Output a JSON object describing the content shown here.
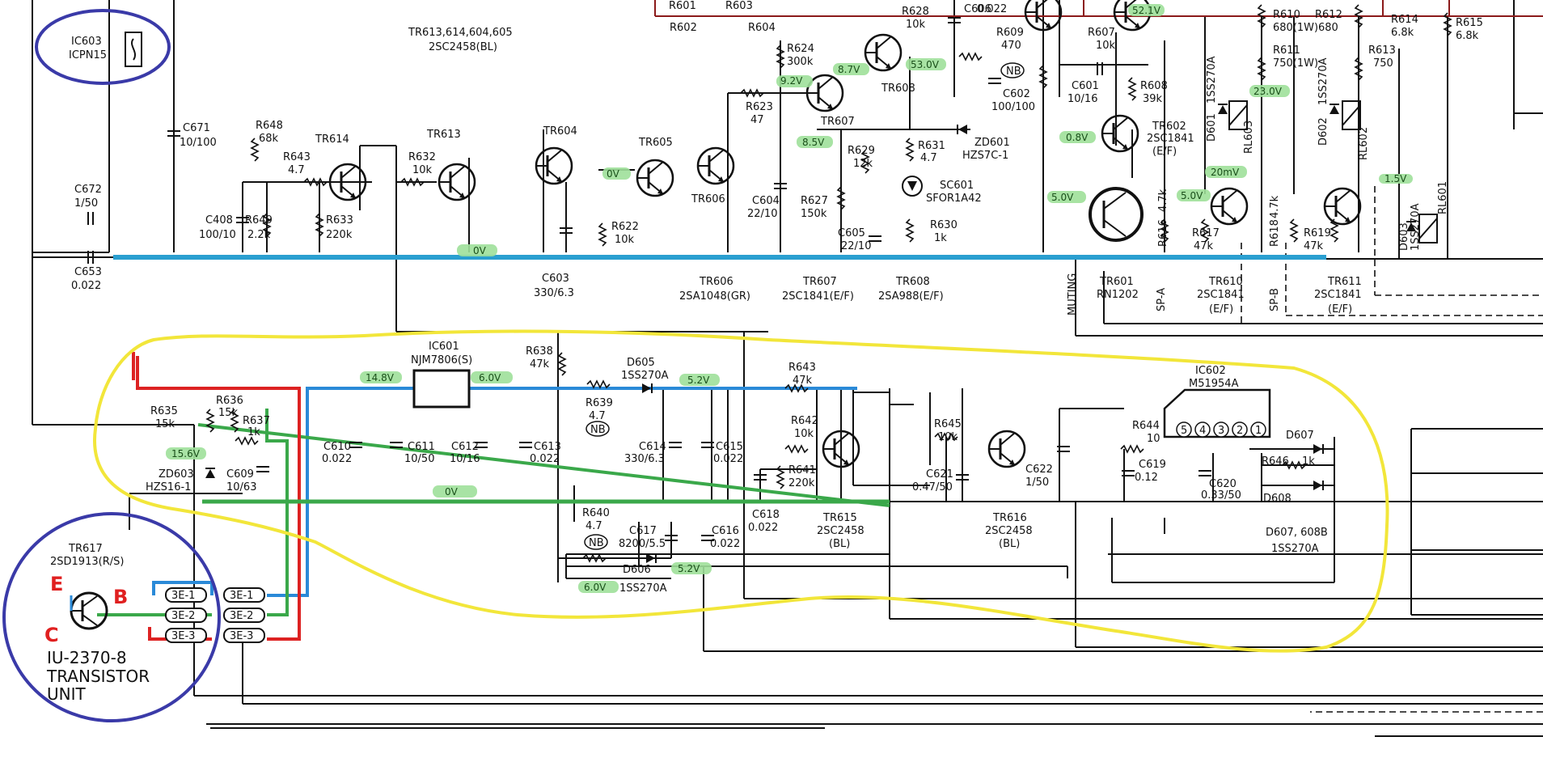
{
  "colors": {
    "wire": "#111111",
    "dark_red_wire": "#8b1a1a",
    "blue_bus": "#2a9fd0",
    "blue_trace": "#2a8ad8",
    "green_trace": "#3aa84a",
    "red_trace": "#dd2222",
    "yellow_outline": "#f2e63a",
    "circle_outline": "#3a3aa8",
    "voltage_highlight": "#9fe09a"
  },
  "ic603": {
    "ref": "IC603",
    "part": "ICPN15"
  },
  "transistor_unit": {
    "ref": "TR617",
    "part": "2SD1913(R/S)",
    "pin_e": "E",
    "pin_b": "B",
    "pin_c": "C",
    "unit_line1": "IU-2370-8",
    "unit_line2": "TRANSISTOR",
    "unit_line3": "UNIT",
    "connectors": [
      "3E-1",
      "3E-2",
      "3E-3"
    ]
  },
  "header_note": {
    "line1": "TR613,614,604,605",
    "line2": "2SC2458(BL)"
  },
  "components_top": [
    {
      "ref": "C671",
      "value": "10/100"
    },
    {
      "ref": "R648",
      "value": "68k"
    },
    {
      "ref": "R643",
      "value": "4.7"
    },
    {
      "ref": "C672",
      "value": "1/50"
    },
    {
      "ref": "C653",
      "value": "0.022"
    },
    {
      "ref": "C408",
      "value": "100/10"
    },
    {
      "ref": "R649",
      "value": "2.2k"
    },
    {
      "ref": "R633",
      "value": "220k"
    },
    {
      "ref": "R632",
      "value": "10k"
    },
    {
      "ref": "C603",
      "value": "330/6.3"
    },
    {
      "ref": "R622",
      "value": "10k"
    },
    {
      "ref": "R623",
      "value": "47"
    },
    {
      "ref": "R624",
      "value": "300k"
    },
    {
      "ref": "C604",
      "value": "22/10"
    },
    {
      "ref": "R627",
      "value": "150k"
    },
    {
      "ref": "R629",
      "value": "12k"
    },
    {
      "ref": "C605",
      "value": "22/10"
    },
    {
      "ref": "R631",
      "value": "4.7"
    },
    {
      "ref": "SC601",
      "value": "SFOR1A42"
    },
    {
      "ref": "R630",
      "value": "1k"
    },
    {
      "ref": "ZD601",
      "value": "HZS7C-1"
    },
    {
      "ref": "R628",
      "value": "10k"
    },
    {
      "ref": "C606",
      "value": "0.022"
    },
    {
      "ref": "R609",
      "value": "470"
    },
    {
      "ref": "C602",
      "value": "100/100"
    },
    {
      "ref": "R607",
      "value": "10k"
    },
    {
      "ref": "C601",
      "value": "10/16"
    },
    {
      "ref": "R608",
      "value": "39k"
    },
    {
      "ref": "R610",
      "value": "680(1W)"
    },
    {
      "ref": "R611",
      "value": "750(1W)"
    },
    {
      "ref": "R612",
      "value": "680"
    },
    {
      "ref": "R613",
      "value": "750"
    },
    {
      "ref": "R614",
      "value": "6.8k"
    },
    {
      "ref": "R615",
      "value": "6.8k"
    },
    {
      "ref": "R616",
      "value": "4.7k"
    },
    {
      "ref": "R617",
      "value": "47k"
    },
    {
      "ref": "R618",
      "value": "4.7k"
    },
    {
      "ref": "R619",
      "value": "47k"
    },
    {
      "ref": "R601",
      "value": ""
    },
    {
      "ref": "R602",
      "value": ""
    },
    {
      "ref": "R603",
      "value": ""
    },
    {
      "ref": "R604",
      "value": ""
    }
  ],
  "transistors_top": [
    {
      "ref": "TR614"
    },
    {
      "ref": "TR613"
    },
    {
      "ref": "TR604"
    },
    {
      "ref": "TR605"
    },
    {
      "ref": "TR606"
    },
    {
      "ref": "TR607"
    },
    {
      "ref": "TR608"
    },
    {
      "ref": "TR601"
    },
    {
      "ref": "TR602",
      "part": "2SC1841",
      "grade": "(E/F)"
    },
    {
      "ref": "TR610",
      "part": "2SC1841",
      "grade": "(E/F)"
    },
    {
      "ref": "TR611",
      "part": "2SC1841",
      "grade": "(E/F)"
    }
  ],
  "bottom_legend": [
    {
      "ref": "TR606",
      "part": "2SA1048(GR)"
    },
    {
      "ref": "TR607",
      "part": "2SC1841(E/F)"
    },
    {
      "ref": "TR608",
      "part": "2SA988(E/F)"
    },
    {
      "ref": "TR601",
      "part": "RN1202"
    }
  ],
  "diodes_relays": {
    "d601": "D601",
    "d601_part": "1SS270A",
    "d602": "D602",
    "d602_part": "1SS270A",
    "d603": "D603",
    "d603_part": "1SS270A",
    "rl603": "RL603",
    "rl602": "RL602",
    "rl601": "RL601",
    "muting": "MUTING",
    "spa": "SP-A",
    "spb": "SP-B",
    "nb": "NB",
    "nb2": "NB",
    "nb3": "NB"
  },
  "voltages_top": [
    "52.1V",
    "9.2V",
    "8.7V",
    "53.0V",
    "8.5V",
    "0.8V",
    "23.0V",
    "20mV",
    "5.0V",
    "5.0V",
    "0V",
    "0V",
    "1.5V"
  ],
  "regulator": {
    "ic601": "IC601",
    "ic601_part": "NJM7806(S)",
    "r638": "R638",
    "r638_val": "47k",
    "d605": "D605",
    "d605_part": "1SS270A",
    "r639": "R639",
    "r639_val": "4.7",
    "r643": "R643",
    "r643_val": "47k",
    "r642": "R642",
    "r642_val": "10k",
    "r641": "R641",
    "r641_val": "220k",
    "r635": "R635",
    "r635_val": "15k",
    "r636": "R636",
    "r636_val": "15k",
    "r637": "R637",
    "r637_val": "1k",
    "zd603": "ZD603",
    "zd603_part": "HZS16-1",
    "c609": "C609",
    "c609_val": "10/63",
    "c610": "C610",
    "c610_val": "0.022",
    "c611": "C611",
    "c611_val": "10/50",
    "c612": "C612",
    "c612_val": "10/16",
    "c613": "C613",
    "c613_val": "0.022",
    "c614": "C614",
    "c614_val": "330/6.3",
    "c615": "C615",
    "c615_val": "0.022",
    "c618": "C618",
    "c618_val": "0.022",
    "tr615": "TR615",
    "tr615_part": "2SC2458",
    "tr615_grade": "(BL)",
    "r640": "R640",
    "r640_val": "4.7",
    "c617": "C617",
    "c617_val": "8200/5.5",
    "c616": "C616",
    "c616_val": "0.022",
    "d606": "D606",
    "d606_part": "1SS270A",
    "r645": "R645",
    "r645_val": "10k",
    "c621": "C621",
    "c621_val": "0.47/50",
    "c622": "C622",
    "c622_val": "1/50",
    "tr616": "TR616",
    "tr616_part": "2SC2458",
    "tr616_grade": "(BL)",
    "ic602": "IC602",
    "ic602_part": "M51954A",
    "ic602_pins": [
      "5",
      "4",
      "3",
      "2",
      "1"
    ],
    "r644": "R644",
    "r644_val": "10",
    "c619": "C619",
    "c619_val": "0.12",
    "c620": "C620",
    "c620_val": "0.33/50",
    "d607": "D607",
    "d608": "D608",
    "r646": "R646",
    "r646_val": "1k",
    "d607_608": "D607, 608B",
    "d607_608_part": "1SS270A",
    "v_14_8": "14.8V",
    "v_6_0": "6.0V",
    "v_5_2": "5.2V",
    "v_15_6": "15.6V",
    "v_0": "0V",
    "v_5_2b": "5.2V",
    "v_6_0b": "6.0V"
  }
}
